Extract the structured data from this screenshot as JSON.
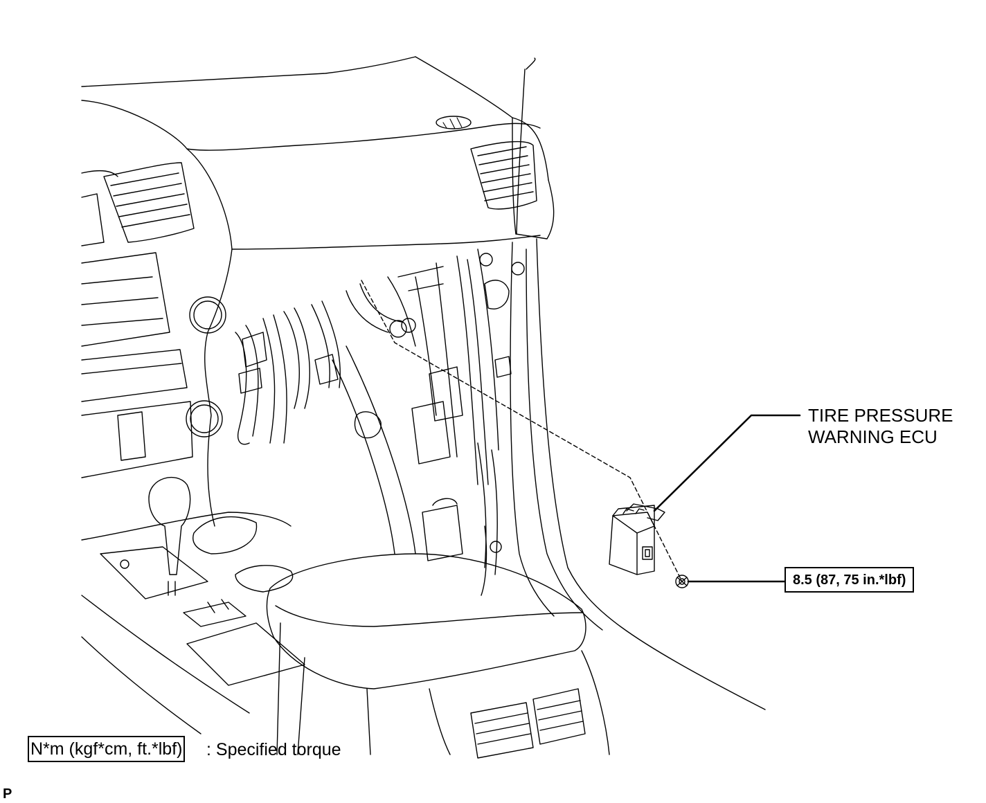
{
  "callout": {
    "line1": "TIRE PRESSURE",
    "line2": "WARNING ECU"
  },
  "torque": {
    "value": "8.5 (87, 75 in.*lbf)"
  },
  "legend": {
    "units": "N*m (kgf*cm, ft.*lbf)",
    "description": ": Specified torque"
  },
  "corner_marker": "P"
}
